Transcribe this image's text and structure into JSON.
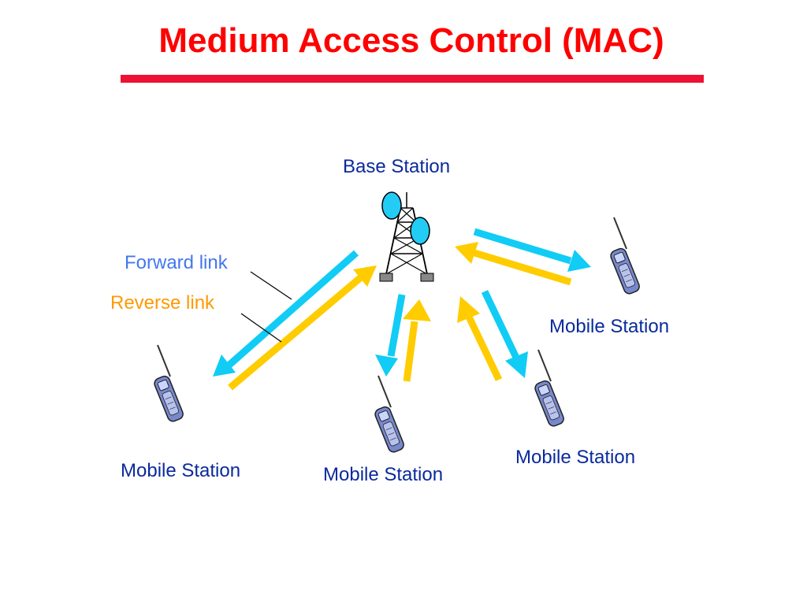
{
  "title": "Medium Access Control (MAC)",
  "colors": {
    "title": "#ff0000",
    "title_rule": "#ee1133",
    "label_text": "#0a2a9c",
    "forward_link": "#11ccf5",
    "reverse_link": "#ffcc00",
    "forward_label": "#4477ee",
    "reverse_label": "#ff9900",
    "antenna_dish": "#22ccf5",
    "phone_body": "#7788cc"
  },
  "base_station": {
    "label": "Base Station",
    "icon": "cell-tower-icon"
  },
  "legend": {
    "forward_link": "Forward link",
    "reverse_link": "Reverse link"
  },
  "mobile_stations": [
    {
      "label": "Mobile Station",
      "icon": "mobile-phone-icon"
    },
    {
      "label": "Mobile Station",
      "icon": "mobile-phone-icon"
    },
    {
      "label": "Mobile Station",
      "icon": "mobile-phone-icon"
    },
    {
      "label": "Mobile Station",
      "icon": "mobile-phone-icon"
    }
  ]
}
